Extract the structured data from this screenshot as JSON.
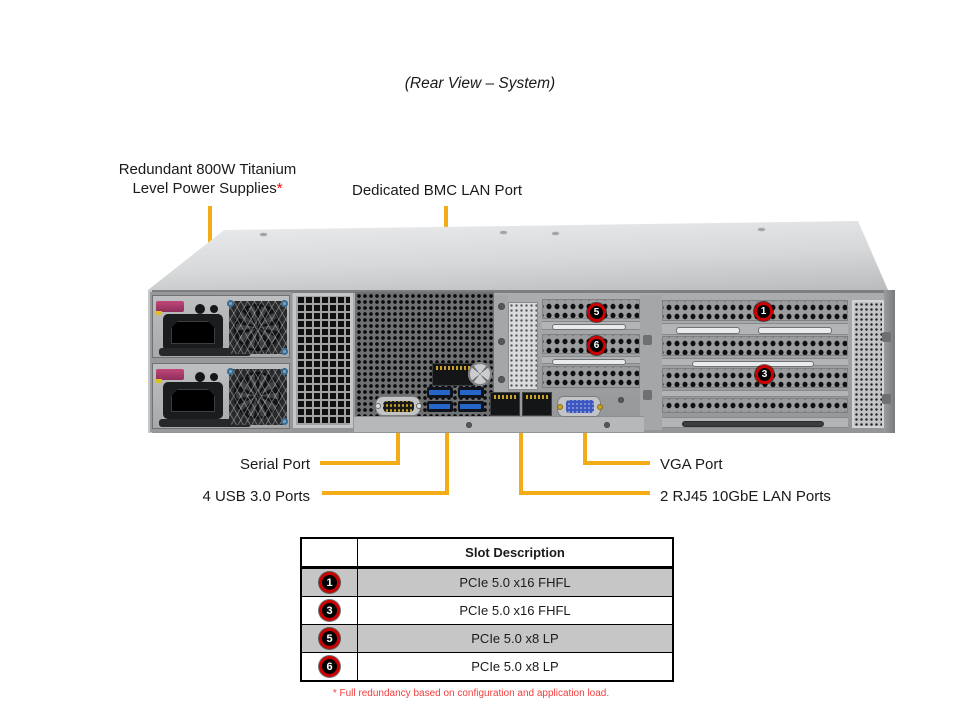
{
  "title": "(Rear View – System)",
  "labels": {
    "psu_line1": "Redundant 800W Titanium",
    "psu_line2": "Level Power Supplies",
    "psu_asterisk": "*",
    "bmc": "Dedicated BMC LAN Port",
    "serial": "Serial Port",
    "usb": "4 USB 3.0 Ports",
    "vga": "VGA Port",
    "lan": "2 RJ45 10GbE LAN Ports"
  },
  "chassis_callouts": [
    {
      "number": "5"
    },
    {
      "number": "6"
    },
    {
      "number": "1"
    },
    {
      "number": "3"
    }
  ],
  "slot_table": {
    "header": "Slot Description",
    "rows": [
      {
        "slot": "1",
        "description": "PCIe 5.0 x16 FHFL"
      },
      {
        "slot": "3",
        "description": "PCIe 5.0 x16 FHFL"
      },
      {
        "slot": "5",
        "description": "PCIe 5.0 x8 LP"
      },
      {
        "slot": "6",
        "description": "PCIe 5.0 x8 LP"
      }
    ]
  },
  "footnote": "* Full redundancy based on configuration and application load.",
  "colors": {
    "leader_line": "#F3AC15",
    "asterisk_red": "#FF0000",
    "footnote_red": "#F23D3D",
    "badge_ring": "#CC0000",
    "badge_fill": "#000000"
  }
}
